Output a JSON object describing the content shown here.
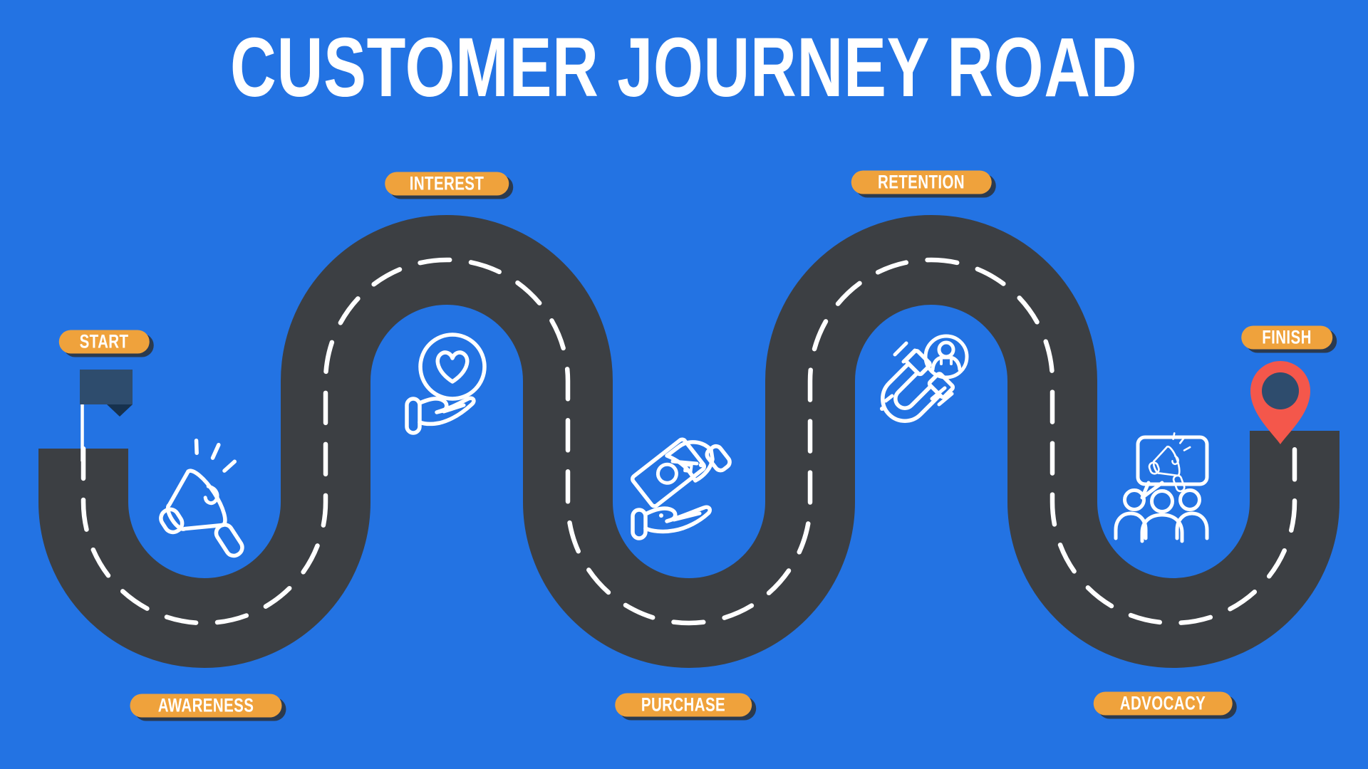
{
  "title": "CUSTOMER JOURNEY ROAD",
  "stages": [
    {
      "id": "start",
      "label": "START",
      "icon": "flag-icon"
    },
    {
      "id": "awareness",
      "label": "AWARENESS",
      "icon": "megaphone-icon"
    },
    {
      "id": "interest",
      "label": "INTEREST",
      "icon": "hand-heart-icon"
    },
    {
      "id": "purchase",
      "label": "PURCHASE",
      "icon": "hands-money-icon"
    },
    {
      "id": "retention",
      "label": "RETENTION",
      "icon": "magnet-customer-icon"
    },
    {
      "id": "advocacy",
      "label": "ADVOCACY",
      "icon": "crowd-megaphone-icon"
    },
    {
      "id": "finish",
      "label": "FINISH",
      "icon": "location-pin-icon"
    }
  ],
  "colors": {
    "background": "#2373E3",
    "road": "#3C3F43",
    "road_line": "#FFFFFF",
    "label_pill": "#EFA23C",
    "label_text": "#FFFFFF",
    "flag": "#2E4C6D",
    "flag_fold": "#16314E",
    "pin": "#F4574B",
    "pin_center": "#2E4C6D",
    "icon_stroke": "#FFFFFF"
  }
}
